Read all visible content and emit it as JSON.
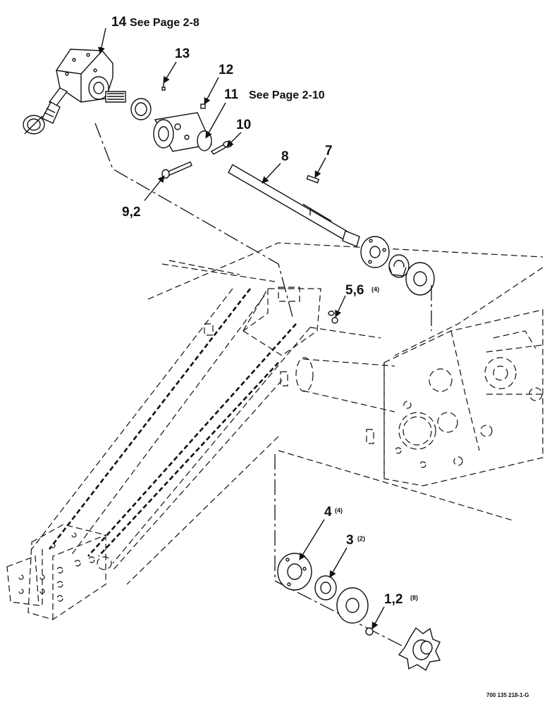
{
  "callouts": [
    {
      "id": "c14",
      "number": "14",
      "note": "See Page 2-8",
      "qty": ""
    },
    {
      "id": "c13",
      "number": "13",
      "note": "",
      "qty": ""
    },
    {
      "id": "c12",
      "number": "12",
      "note": "",
      "qty": ""
    },
    {
      "id": "c11",
      "number": "11",
      "note": "See Page 2-10",
      "qty": ""
    },
    {
      "id": "c10",
      "number": "10",
      "note": "",
      "qty": ""
    },
    {
      "id": "c8",
      "number": "8",
      "note": "",
      "qty": ""
    },
    {
      "id": "c7",
      "number": "7",
      "note": "",
      "qty": ""
    },
    {
      "id": "c92",
      "number": "9,2",
      "note": "",
      "qty": ""
    },
    {
      "id": "c56",
      "number": "5,6",
      "note": "",
      "qty": "(4)"
    },
    {
      "id": "c4",
      "number": "4",
      "note": "",
      "qty": "(4)"
    },
    {
      "id": "c3",
      "number": "3",
      "note": "",
      "qty": "(2)"
    },
    {
      "id": "c12b",
      "number": "1,2",
      "note": "",
      "qty": "(8)"
    }
  ],
  "figure_ref": "700 135 218-1-G"
}
